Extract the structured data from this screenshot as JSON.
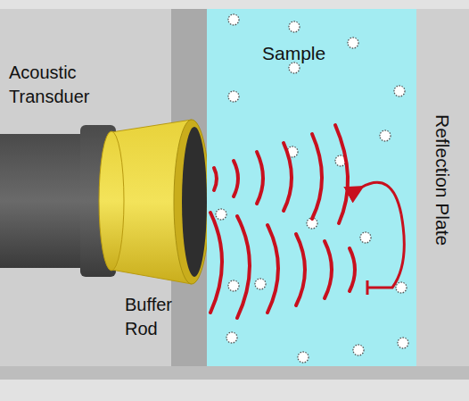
{
  "diagram": {
    "nodes": [
      {
        "text": [
          "Sample"
        ]
      },
      {
        "text": [
          "Reflection Plate"
        ]
      }
    ],
    "labels": [
      "Acoustic Transduer",
      "Buffer Rod"
    ]
  }
}
